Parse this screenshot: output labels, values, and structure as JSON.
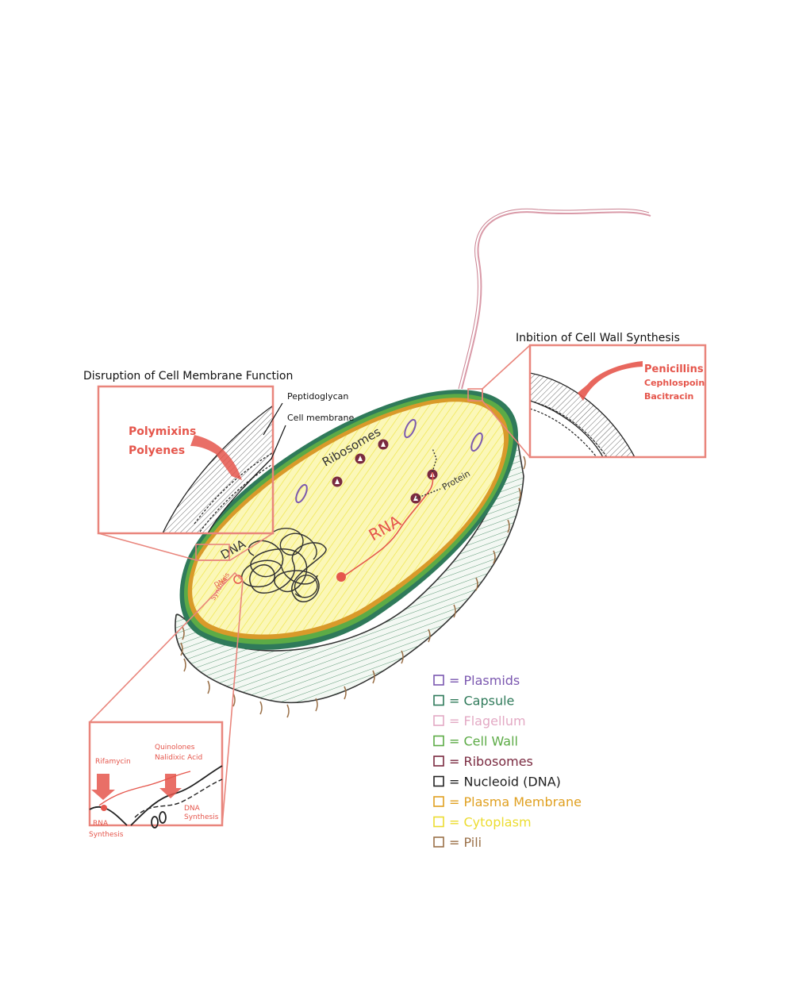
{
  "colors": {
    "red": "#e5564c",
    "redSoft": "#e9857c",
    "capsule": "#2f7a5a",
    "cellWall": "#5cab46",
    "membrane": "#d99a2a",
    "cytoplasm": "#f5ef5a",
    "plasmid": "#7b58b0",
    "ribosome": "#7a2a40",
    "flagellum": "#d99aa8",
    "nucleoid": "#222222",
    "pili": "#9a7048"
  },
  "callouts": {
    "membrane": {
      "title": "Disruption of Cell Membrane Function",
      "drugs": [
        "Polymixins",
        "Polyenes"
      ],
      "peptidoglycan": "Peptidoglycan",
      "cellMembrane": "Cell membrane"
    },
    "wall": {
      "title": "Inbition of Cell Wall Synthesis",
      "drugs": [
        "Penicillins",
        "Cephlospoin",
        "Bacitracin"
      ]
    },
    "nucleic": {
      "rifamycin": "Rifamycin",
      "quinolones": "Quinolones",
      "nalidixic": "Nalidixic Acid",
      "rnaSynthesis": [
        "RNA",
        "Synthesis"
      ],
      "dnaSynthesis": [
        "DNA",
        "Synthesis"
      ]
    }
  },
  "cell": {
    "ribosomes": "Ribosomes",
    "protein": "Protein",
    "rna": "RNA",
    "dna": "DNA",
    "dnaSynthesis": [
      "DNA",
      "Synthesis"
    ]
  },
  "legend": [
    {
      "label": "= Plasmids",
      "color": "#7b58b0"
    },
    {
      "label": "= Capsule",
      "color": "#2f7a5a"
    },
    {
      "label": "= Flagellum",
      "color": "#e3a9c4"
    },
    {
      "label": "= Cell Wall",
      "color": "#5cab46"
    },
    {
      "label": "= Ribosomes",
      "color": "#7a2a40"
    },
    {
      "label": "= Nucleoid (DNA)",
      "color": "#222222"
    },
    {
      "label": "= Plasma Membrane",
      "color": "#e0a020"
    },
    {
      "label": "= Cytoplasm",
      "color": "#ecdc30"
    },
    {
      "label": "= Pili",
      "color": "#9a7048"
    }
  ]
}
